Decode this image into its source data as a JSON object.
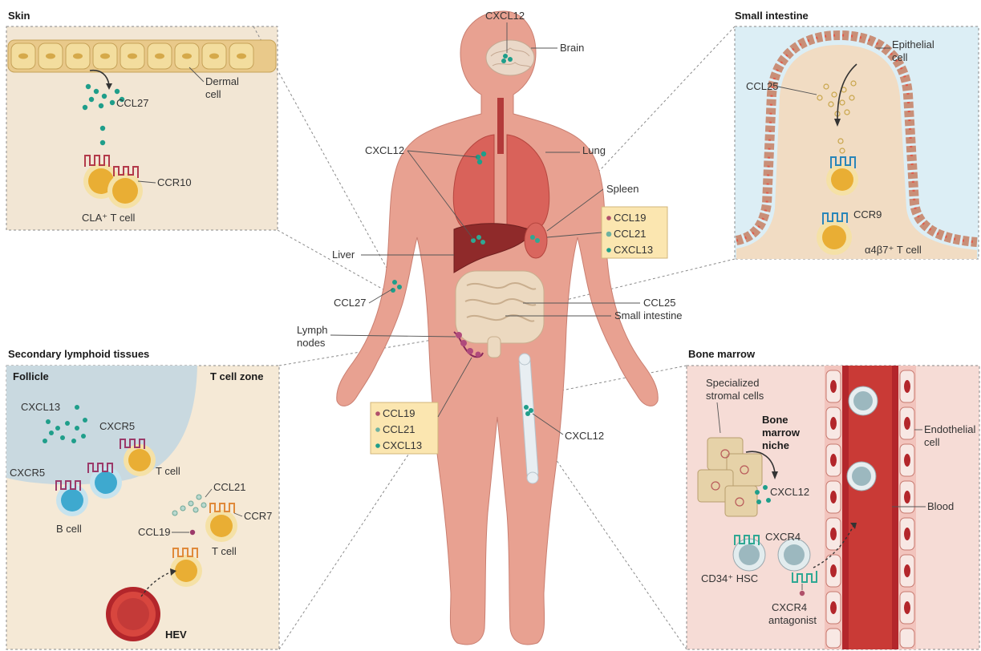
{
  "diagram": {
    "colors": {
      "skin_bg": "#f2e6d4",
      "intestine_bg": "#dceef5",
      "lymph_bg": "#f5e9d6",
      "marrow_bg": "#f6dcd6",
      "body": "#e8a191",
      "chemokine_teal": "#1f9e8a",
      "receptor_red": "#b33a4a",
      "t_cell": "#e9ae34",
      "b_cell": "#3ea9cf",
      "vessel": "#b3262b"
    },
    "center": {
      "top_label": "CXCL12",
      "brain": "Brain",
      "cxcl12_lung": "CXCL12",
      "lung": "Lung",
      "spleen": "Spleen",
      "liver": "Liver",
      "ccl27": "CCL27",
      "ccl25": "CCL25",
      "small_intestine": "Small intestine",
      "lymph_nodes_line1": "Lymph",
      "lymph_nodes_line2": "nodes",
      "cxcl12_bone": "CXCL12",
      "legend_upper": [
        "CCL19",
        "CCL21",
        "CXCL13"
      ],
      "legend_lower": [
        "CCL19",
        "CCL21",
        "CXCL13"
      ]
    },
    "skin": {
      "title": "Skin",
      "dermal_line1": "Dermal",
      "dermal_line2": "cell",
      "ccl27": "CCL27",
      "ccr10": "CCR10",
      "cla_tcell": "CLA⁺ T cell"
    },
    "small_intestine_panel": {
      "title": "Small intestine",
      "epithelial_line1": "Epithelial",
      "epithelial_line2": "cell",
      "ccl25": "CCL25",
      "ccr9": "CCR9",
      "a4b7": "α4β7⁺ T cell"
    },
    "lymphoid": {
      "title": "Secondary lymphoid tissues",
      "follicle": "Follicle",
      "tcell_zone": "T cell zone",
      "cxcl13": "CXCL13",
      "cxcr5_a": "CXCR5",
      "cxcr5_b": "CXCR5",
      "tcell_a": "T cell",
      "ccl21": "CCL21",
      "ccr7": "CCR7",
      "ccl19": "CCL19",
      "bcell": "B cell",
      "tcell_b": "T cell",
      "hev": "HEV"
    },
    "bone_marrow": {
      "title": "Bone marrow",
      "stromal_line1": "Specialized",
      "stromal_line2": "stromal cells",
      "niche_line1": "Bone",
      "niche_line2": "marrow",
      "niche_line3": "niche",
      "endothelial_line1": "Endothelial",
      "endothelial_line2": "cell",
      "cxcl12": "CXCL12",
      "blood": "Blood",
      "cxcr4": "CXCR4",
      "hsc": "CD34⁺ HSC",
      "antagonist_line1": "CXCR4",
      "antagonist_line2": "antagonist"
    }
  }
}
